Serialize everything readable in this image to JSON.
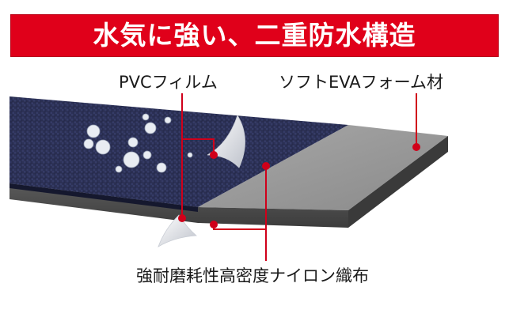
{
  "banner": {
    "title": "水気に強い、二重防水構造",
    "color": "#e0001a"
  },
  "labels": {
    "pvc": "PVCフィルム",
    "foam": "ソフトEVAフォーム材",
    "nylon": "強耐磨耗性高密度ナイロン織布"
  },
  "colors": {
    "callout": "#d0001a",
    "fabric": "#2a2f52",
    "foam_top": "#9a9a9a",
    "foam_side": "#4a4a4a"
  }
}
